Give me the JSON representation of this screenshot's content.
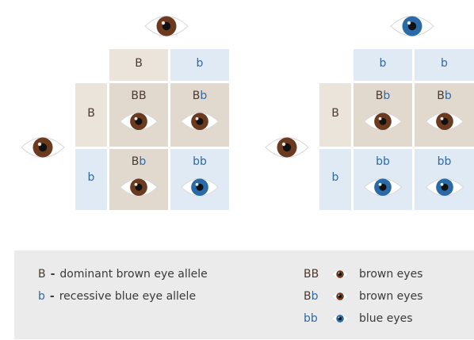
{
  "colors": {
    "brown_iris": "#6b3a1f",
    "blue_iris": "#2a6aa8",
    "brown_cell": "#e2d9ce",
    "blue_cell": "#dfeaf4",
    "uppercase_allele": "#4a3a2f",
    "lowercase_allele": "#2d6aa6"
  },
  "left_square": {
    "top_parent_eye": "brown-eye-icon",
    "side_parent_eye": "brown-eye-icon",
    "col_headers": [
      "B",
      "b"
    ],
    "row_headers": [
      "B",
      "b"
    ],
    "cells": [
      {
        "a1": "B",
        "a2": "B",
        "eye": "brown"
      },
      {
        "a1": "B",
        "a2": "b",
        "eye": "brown"
      },
      {
        "a1": "B",
        "a2": "b",
        "eye": "brown"
      },
      {
        "a1": "b",
        "a2": "b",
        "eye": "blue"
      }
    ]
  },
  "right_square": {
    "top_parent_eye": "blue-eye-icon",
    "side_parent_eye": "brown-eye-icon",
    "col_headers": [
      "b",
      "b"
    ],
    "row_headers": [
      "B",
      "b"
    ],
    "cells": [
      {
        "a1": "B",
        "a2": "b",
        "eye": "brown"
      },
      {
        "a1": "B",
        "a2": "b",
        "eye": "brown"
      },
      {
        "a1": "b",
        "a2": "b",
        "eye": "blue"
      },
      {
        "a1": "b",
        "a2": "b",
        "eye": "blue"
      }
    ]
  },
  "legend": {
    "alleles": [
      {
        "symbol": "B",
        "dash": "-",
        "text": "dominant brown eye allele"
      },
      {
        "symbol": "b",
        "dash": "-",
        "text": "recessive blue eye allele"
      }
    ],
    "genotypes": [
      {
        "g1": "B",
        "g2": "B",
        "eye": "brown",
        "text": "brown eyes"
      },
      {
        "g1": "B",
        "g2": "b",
        "eye": "brown",
        "text": "brown eyes"
      },
      {
        "g1": "b",
        "g2": "b",
        "eye": "blue",
        "text": "blue eyes"
      }
    ]
  }
}
